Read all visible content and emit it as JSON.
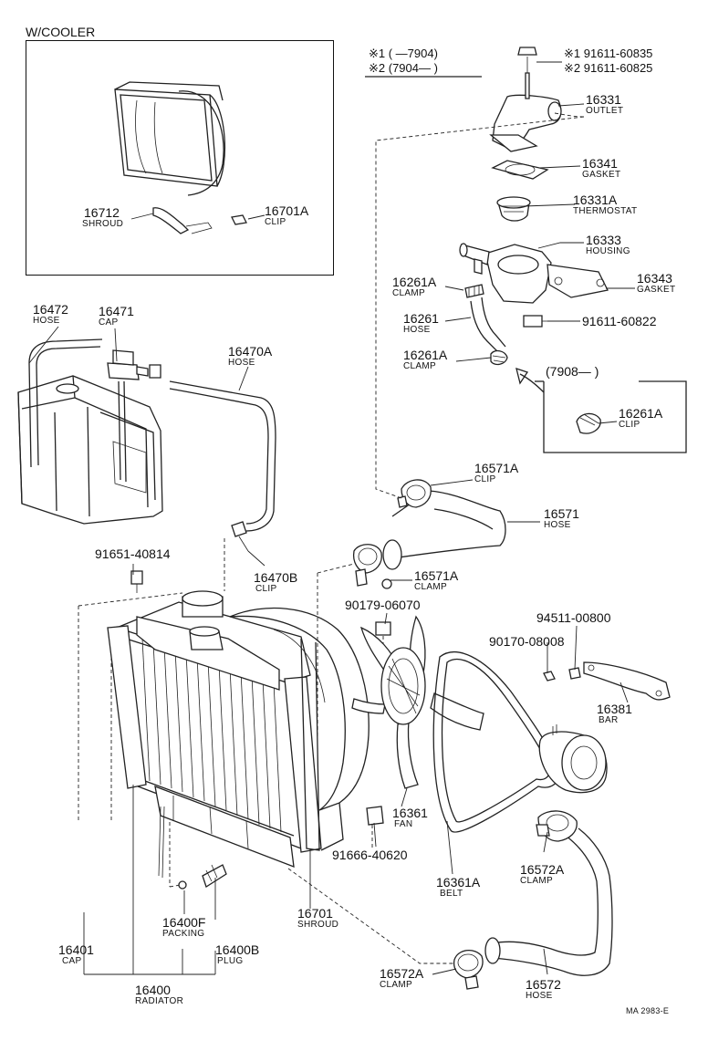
{
  "header": {
    "variant": "W/COOLER"
  },
  "notes": {
    "n1": "※1 (      —7904)",
    "n2": "※2 (7904—      )",
    "bolt1": "※1 91611-60835",
    "bolt2": "※2 91611-60825"
  },
  "inset_note": "(7908—      )",
  "footer_code": "MA  2983-E",
  "parts": [
    {
      "num": "16712",
      "name": "SHROUD"
    },
    {
      "num": "16701A",
      "name": "CLIP"
    },
    {
      "num": "16331",
      "name": "OUTLET"
    },
    {
      "num": "16341",
      "name": "GASKET"
    },
    {
      "num": "16331A",
      "name": "THERMOSTAT"
    },
    {
      "num": "16333",
      "name": "HOUSING"
    },
    {
      "num": "16343",
      "name": "GASKET"
    },
    {
      "num": "16261A",
      "name": "CLAMP"
    },
    {
      "num": "16261",
      "name": "HOSE"
    },
    {
      "num": "91611-60822",
      "name": ""
    },
    {
      "num": "16261A",
      "name": "CLAMP"
    },
    {
      "num": "16261A",
      "name": "CLIP"
    },
    {
      "num": "16472",
      "name": "HOSE"
    },
    {
      "num": "16471",
      "name": "CAP"
    },
    {
      "num": "16470A",
      "name": "HOSE"
    },
    {
      "num": "16571A",
      "name": "CLIP"
    },
    {
      "num": "16571",
      "name": "HOSE"
    },
    {
      "num": "91651-40814",
      "name": ""
    },
    {
      "num": "16470B",
      "name": "CLIP"
    },
    {
      "num": "16571A",
      "name": "CLAMP"
    },
    {
      "num": "90179-06070",
      "name": ""
    },
    {
      "num": "94511-00800",
      "name": ""
    },
    {
      "num": "90170-08008",
      "name": ""
    },
    {
      "num": "16381",
      "name": "BAR"
    },
    {
      "num": "16361",
      "name": "FAN"
    },
    {
      "num": "91666-40620",
      "name": ""
    },
    {
      "num": "16572A",
      "name": "CLAMP"
    },
    {
      "num": "16361A",
      "name": "BELT"
    },
    {
      "num": "16701",
      "name": "SHROUD"
    },
    {
      "num": "16400F",
      "name": "PACKING"
    },
    {
      "num": "16400B",
      "name": "PLUG"
    },
    {
      "num": "16401",
      "name": "CAP"
    },
    {
      "num": "16400",
      "name": "RADIATOR"
    },
    {
      "num": "16572A",
      "name": "CLAMP"
    },
    {
      "num": "16572",
      "name": "HOSE"
    }
  ]
}
